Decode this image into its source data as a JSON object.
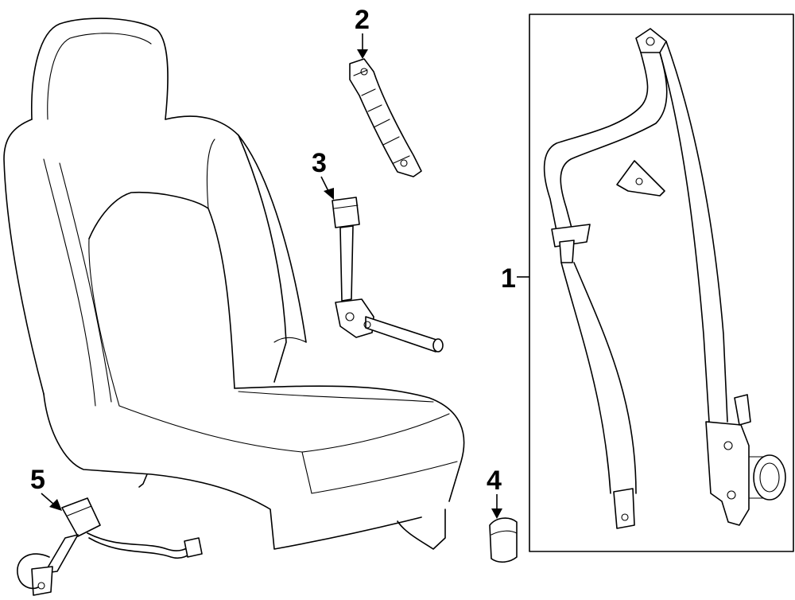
{
  "callouts": [
    {
      "id": "1",
      "label": "1"
    },
    {
      "id": "2",
      "label": "2"
    },
    {
      "id": "3",
      "label": "3"
    },
    {
      "id": "4",
      "label": "4"
    },
    {
      "id": "5",
      "label": "5"
    }
  ],
  "icons": {
    "seat": "seat-assembly-icon",
    "belt_assembly": "seat-belt-assembly-icon",
    "height_adjuster": "height-adjuster-icon",
    "buckle": "buckle-icon",
    "cover": "buckle-cover-icon",
    "buckle_harness": "buckle-with-harness-icon"
  },
  "colors": {
    "line": "#000000",
    "background": "#ffffff"
  }
}
